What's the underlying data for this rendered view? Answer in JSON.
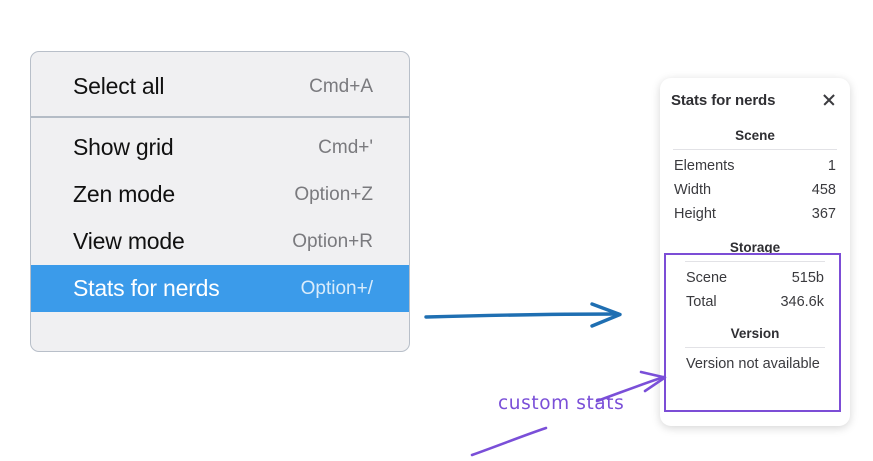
{
  "menu": {
    "groups": [
      {
        "items": [
          {
            "label": "Select all",
            "accel": "Cmd+A",
            "selected": false
          }
        ]
      },
      {
        "items": [
          {
            "label": "Show grid",
            "accel": "Cmd+'",
            "selected": false
          },
          {
            "label": "Zen mode",
            "accel": "Option+Z",
            "selected": false
          },
          {
            "label": "View mode",
            "accel": "Option+R",
            "selected": false
          },
          {
            "label": "Stats for nerds",
            "accel": "Option+/",
            "selected": true
          }
        ]
      }
    ],
    "highlight_color": "#3b9bea"
  },
  "stats_panel": {
    "title": "Stats for nerds",
    "close_icon": "close-icon",
    "sections": [
      {
        "heading": "Scene",
        "rows": [
          {
            "name": "Elements",
            "value": "1"
          },
          {
            "name": "Width",
            "value": "458"
          },
          {
            "name": "Height",
            "value": "367"
          }
        ]
      },
      {
        "heading": "Storage",
        "rows": [
          {
            "name": "Scene",
            "value": "515b"
          },
          {
            "name": "Total",
            "value": "346.6k"
          }
        ]
      },
      {
        "heading": "Version",
        "rows": [
          {
            "name": "Version not available",
            "value": ""
          }
        ]
      }
    ]
  },
  "annotations": {
    "custom_stats_label": "custom stats",
    "arrow_color_blue": "#1f6fb2",
    "arrow_color_purple": "#7a4fd8",
    "highlight_box_color": "#7c4dd6"
  }
}
